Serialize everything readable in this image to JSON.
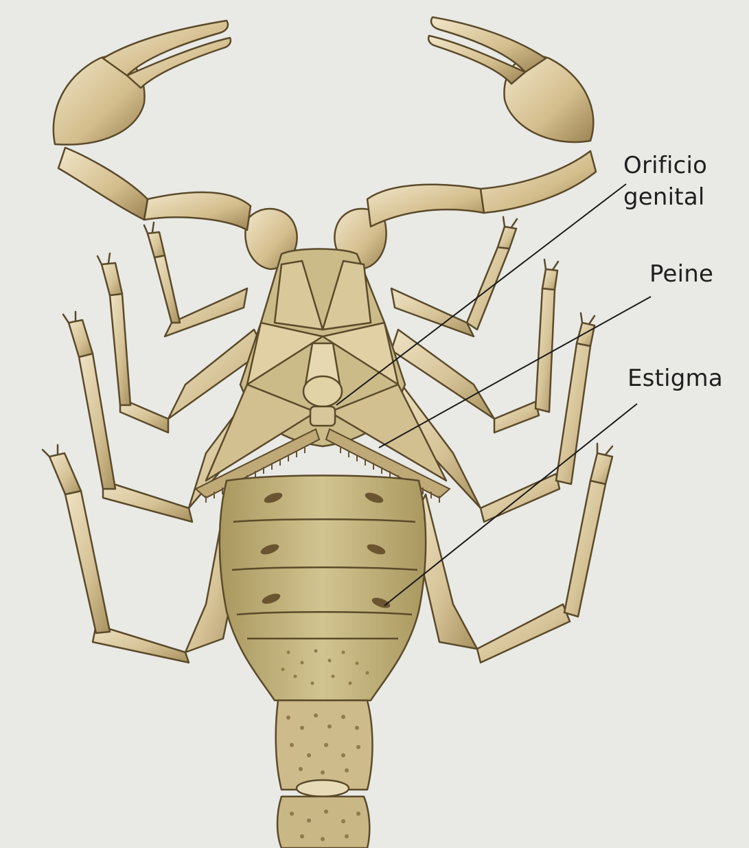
{
  "diagram": {
    "subject": "scorpion-ventral-view",
    "palette": {
      "background": "#e9e9e5",
      "body_fill": "#cdbf8f",
      "body_shade": "#a38f5e",
      "limb_fill": "#dccaa0",
      "outline": "#5a4a2a",
      "leader_line": "#1a1a1a"
    },
    "labels": [
      {
        "id": "orificio",
        "text": "Orificio\ngenital"
      },
      {
        "id": "peine",
        "text": "Peine"
      },
      {
        "id": "estigma",
        "text": "Estigma"
      }
    ]
  }
}
